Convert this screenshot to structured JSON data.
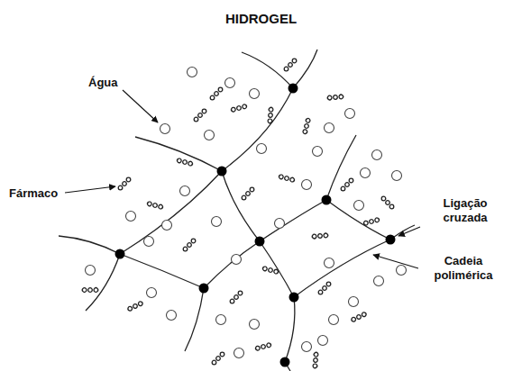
{
  "diagram": {
    "title": "HIDROGEL",
    "labels": [
      "Água",
      "Fármaco",
      "Ligação cruzada",
      "Cadeia polimérica"
    ]
  }
}
